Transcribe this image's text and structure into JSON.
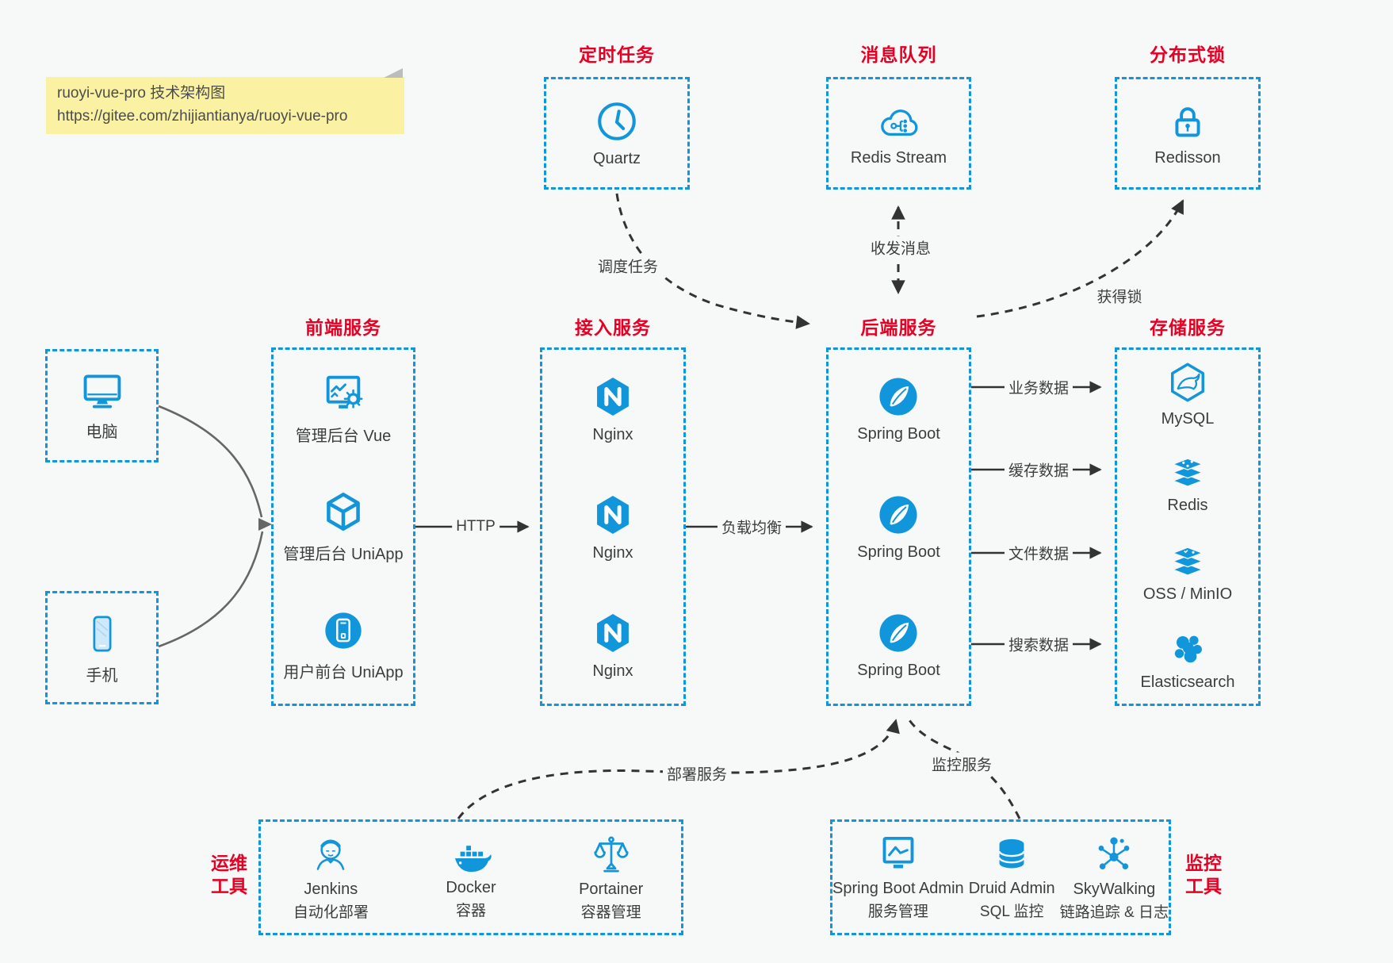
{
  "note": {
    "line1": "ruoyi-vue-pro 技术架构图",
    "line2": "https://gitee.com/zhijiantianya/ruoyi-vue-pro"
  },
  "colors": {
    "accent_blue": "#1296db",
    "accent_red": "#e60023",
    "background": "#f7f8f8",
    "edge_dark": "#333333",
    "edge_gray": "#666666",
    "note_bg": "#faf2a2"
  },
  "top_sections": [
    {
      "title": "定时任务",
      "label": "Quartz",
      "icon": "clock-icon"
    },
    {
      "title": "消息队列",
      "label": "Redis Stream",
      "icon": "cloud-stream-icon"
    },
    {
      "title": "分布式锁",
      "label": "Redisson",
      "icon": "lock-icon"
    }
  ],
  "devices": [
    {
      "label": "电脑",
      "icon": "computer-icon"
    },
    {
      "label": "手机",
      "icon": "phone-icon"
    }
  ],
  "frontend": {
    "title": "前端服务",
    "items": [
      {
        "label": "管理后台 Vue",
        "icon": "admin-vue-icon"
      },
      {
        "label": "管理后台 UniApp",
        "icon": "uniapp-cube-icon"
      },
      {
        "label": "用户前台 UniApp",
        "icon": "user-app-icon"
      }
    ]
  },
  "gateway": {
    "title": "接入服务",
    "items": [
      {
        "label": "Nginx"
      },
      {
        "label": "Nginx"
      },
      {
        "label": "Nginx"
      }
    ]
  },
  "backend": {
    "title": "后端服务",
    "items": [
      {
        "label": "Spring Boot"
      },
      {
        "label": "Spring Boot"
      },
      {
        "label": "Spring Boot"
      }
    ]
  },
  "storage": {
    "title": "存储服务",
    "items": [
      {
        "label": "MySQL",
        "icon": "mysql-icon"
      },
      {
        "label": "Redis",
        "icon": "redis-icon"
      },
      {
        "label": "OSS / MinIO",
        "icon": "oss-minio-icon"
      },
      {
        "label": "Elasticsearch",
        "icon": "elasticsearch-icon"
      }
    ]
  },
  "ops_tools": {
    "title_line1": "运维",
    "title_line2": "工具",
    "items": [
      {
        "name": "Jenkins",
        "desc": "自动化部署",
        "icon": "jenkins-icon"
      },
      {
        "name": "Docker",
        "desc": "容器",
        "icon": "docker-icon"
      },
      {
        "name": "Portainer",
        "desc": "容器管理",
        "icon": "portainer-icon"
      }
    ]
  },
  "monitor_tools": {
    "title_line1": "监控",
    "title_line2": "工具",
    "items": [
      {
        "name": "Spring Boot Admin",
        "desc": "服务管理",
        "icon": "spring-boot-admin-icon"
      },
      {
        "name": "Druid Admin",
        "desc": "SQL 监控",
        "icon": "druid-icon"
      },
      {
        "name": "SkyWalking",
        "desc": "链路追踪 & 日志",
        "icon": "skywalking-icon"
      }
    ]
  },
  "edges": {
    "http": "HTTP",
    "load_balance": "负载均衡",
    "schedule": "调度任务",
    "message": "收发消息",
    "acquire_lock": "获得锁",
    "business_data": "业务数据",
    "cache_data": "缓存数据",
    "file_data": "文件数据",
    "search_data": "搜索数据",
    "deploy": "部署服务",
    "monitor": "监控服务"
  }
}
